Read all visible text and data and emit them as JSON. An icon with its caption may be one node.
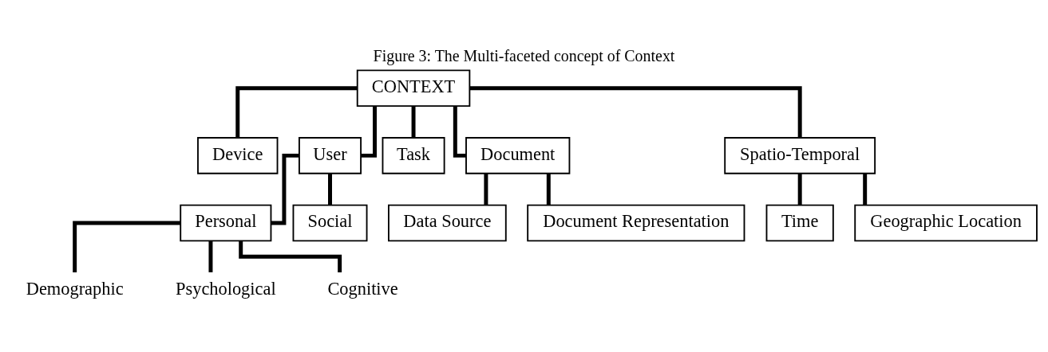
{
  "diagram": {
    "title": "Figure 3: The Multi-faceted concept of Context",
    "nodes": [
      {
        "text": [
          "CONTEXT"
        ]
      },
      {
        "text": [
          "Device"
        ]
      },
      {
        "text": [
          "User"
        ]
      },
      {
        "text": [
          "Task"
        ]
      },
      {
        "text": [
          "Document"
        ]
      },
      {
        "text": [
          "Spatio-Temporal"
        ]
      },
      {
        "text": [
          "Personal"
        ]
      },
      {
        "text": [
          "Social"
        ]
      },
      {
        "text": [
          "Data Source"
        ]
      },
      {
        "text": [
          "Document Representation"
        ]
      },
      {
        "text": [
          "Time"
        ]
      },
      {
        "text": [
          "Geographic Location"
        ]
      },
      {
        "text": [
          "Demographic"
        ]
      },
      {
        "text": [
          "Psychological"
        ]
      },
      {
        "text": [
          "Cognitive"
        ]
      }
    ],
    "edges": [
      {
        "from": 0,
        "to": 1,
        "arrow": "none"
      },
      {
        "from": 0,
        "to": 2,
        "arrow": "none"
      },
      {
        "from": 0,
        "to": 3,
        "arrow": "none"
      },
      {
        "from": 0,
        "to": 4,
        "arrow": "none"
      },
      {
        "from": 0,
        "to": 5,
        "arrow": "none"
      },
      {
        "from": 2,
        "to": 6,
        "arrow": "none"
      },
      {
        "from": 2,
        "to": 7,
        "arrow": "none"
      },
      {
        "from": 4,
        "to": 8,
        "arrow": "none"
      },
      {
        "from": 4,
        "to": 9,
        "arrow": "none"
      },
      {
        "from": 5,
        "to": 10,
        "arrow": "none"
      },
      {
        "from": 5,
        "to": 11,
        "arrow": "none"
      },
      {
        "from": 6,
        "to": 12,
        "arrow": "none"
      },
      {
        "from": 6,
        "to": 13,
        "arrow": "none"
      },
      {
        "from": 6,
        "to": 14,
        "arrow": "none"
      }
    ]
  }
}
